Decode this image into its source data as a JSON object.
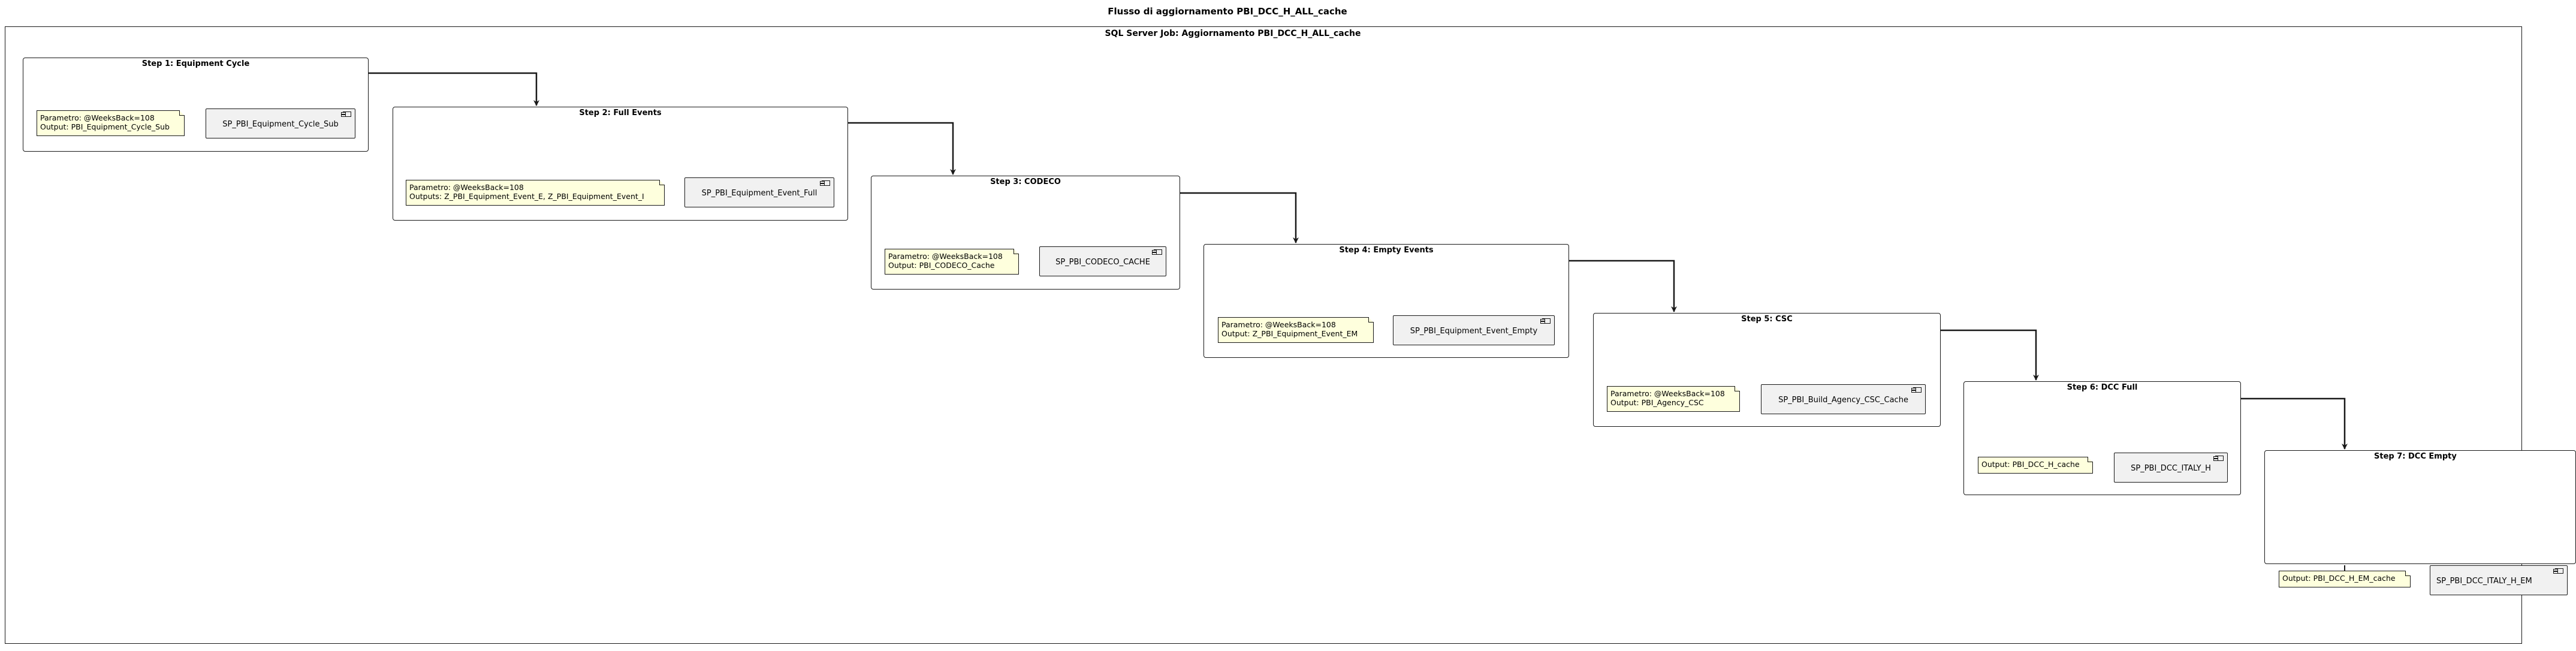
{
  "diagram": {
    "title": "Flusso di aggiornamento PBI_DCC_H_ALL_cache",
    "job_title": "SQL Server Job: Aggiornamento PBI_DCC_H_ALL_cache"
  },
  "colors": {
    "note_bg": "#feffdd",
    "component_bg": "#f1f1f1",
    "line": "#181818"
  },
  "steps": [
    {
      "title": "Step 1: Equipment Cycle",
      "note_line1": "Parametro: @WeeksBack=108",
      "note_line2": "Output: PBI_Equipment_Cycle_Sub",
      "component": "SP_PBI_Equipment_Cycle_Sub"
    },
    {
      "title": "Step 2: Full Events",
      "note_line1": "Parametro: @WeeksBack=108",
      "note_line2": "Outputs: Z_PBI_Equipment_Event_E, Z_PBI_Equipment_Event_I",
      "component": "SP_PBI_Equipment_Event_Full"
    },
    {
      "title": "Step 3: CODECO",
      "note_line1": "Parametro: @WeeksBack=108",
      "note_line2": "Output: PBI_CODECO_Cache",
      "component": "SP_PBI_CODECO_CACHE"
    },
    {
      "title": "Step 4: Empty Events",
      "note_line1": "Parametro: @WeeksBack=108",
      "note_line2": "Output: Z_PBI_Equipment_Event_EM",
      "component": "SP_PBI_Equipment_Event_Empty"
    },
    {
      "title": "Step 5: CSC",
      "note_line1": "Parametro: @WeeksBack=108",
      "note_line2": "Output: PBI_Agency_CSC",
      "component": "SP_PBI_Build_Agency_CSC_Cache"
    },
    {
      "title": "Step 6: DCC Full",
      "note_line1": "Output: PBI_DCC_H_cache",
      "note_line2": "",
      "component": "SP_PBI_DCC_ITALY_H"
    },
    {
      "title": "Step 7: DCC Empty",
      "note_line1": "Output: PBI_DCC_H_EM_cache",
      "note_line2": "",
      "component": "SP_PBI_DCC_ITALY_H_EM"
    }
  ]
}
